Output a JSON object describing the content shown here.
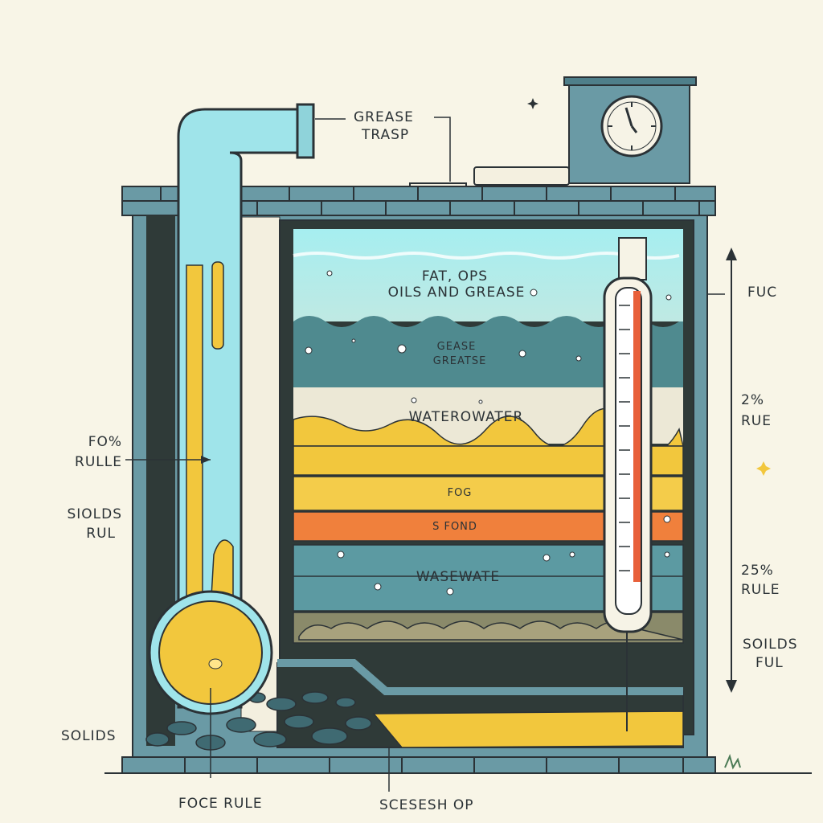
{
  "title": {
    "line1": "GREASE",
    "line2": "TRASP"
  },
  "layers": {
    "fat_line1": "FAT, OPS",
    "fat_line2": "OILS AND GREASE",
    "grease_line1": "GEASE",
    "grease_line2": "GREATSE",
    "water": "WATEROWATER",
    "fog": "FOG",
    "fond": "S FOND",
    "waste": "WASEWATE"
  },
  "left_labels": {
    "fog_rule_line1": "FO%",
    "fog_rule_line2": "RULLE",
    "solids_rul_line1": "SIOLDS",
    "solids_rul_line2": "RUL",
    "solids": "SOLIDS"
  },
  "right_labels": {
    "fuc": "FUC",
    "rule2_line1": "2%",
    "rule2_line2": "RUE",
    "rule25_line1": "25%",
    "rule25_line2": "RULE",
    "solids_ful_line1": "SOILDS",
    "solids_ful_line2": "FUL"
  },
  "bottom_labels": {
    "foce_rule": "FOCE RULE",
    "scesesh": "SCESESH OP"
  },
  "colors": {
    "background": "#f8f5e7",
    "tank_frame": "#6a9aa5",
    "outline": "#2b3236",
    "water_light": "#a9e7e9",
    "water_dark": "#4f8a8f",
    "cream": "#ece8d6",
    "yellow": "#f2c73d",
    "orange": "#f0803c",
    "sludge": "#8a8a6a",
    "thermo_red": "#e8603a"
  },
  "icons": [
    "clock-icon",
    "thermometer-icon",
    "pipe-icon",
    "arrow-icon",
    "sparkle-icon"
  ]
}
